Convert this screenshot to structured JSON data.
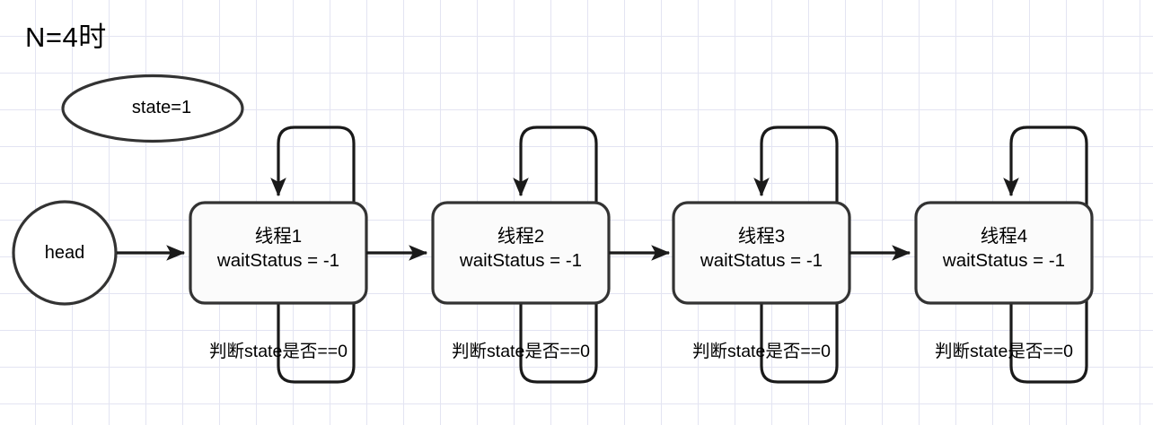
{
  "diagram": {
    "title": "N=4时",
    "state_node": {
      "label": "state=1"
    },
    "head_node": {
      "label": "head"
    },
    "nodes": [
      {
        "name": "线程1",
        "wait_status": "waitStatus = -1",
        "caption": "判断state是否==0"
      },
      {
        "name": "线程2",
        "wait_status": "waitStatus = -1",
        "caption": "判断state是否==0"
      },
      {
        "name": "线程3",
        "wait_status": "waitStatus = -1",
        "caption": "判断state是否==0"
      },
      {
        "name": "线程4",
        "wait_status": "waitStatus = -1",
        "caption": "判断state是否==0"
      }
    ],
    "colors": {
      "stroke": "#333333",
      "text": "#000000",
      "grid": "#e3e4f2",
      "background": "#ffffff"
    }
  }
}
